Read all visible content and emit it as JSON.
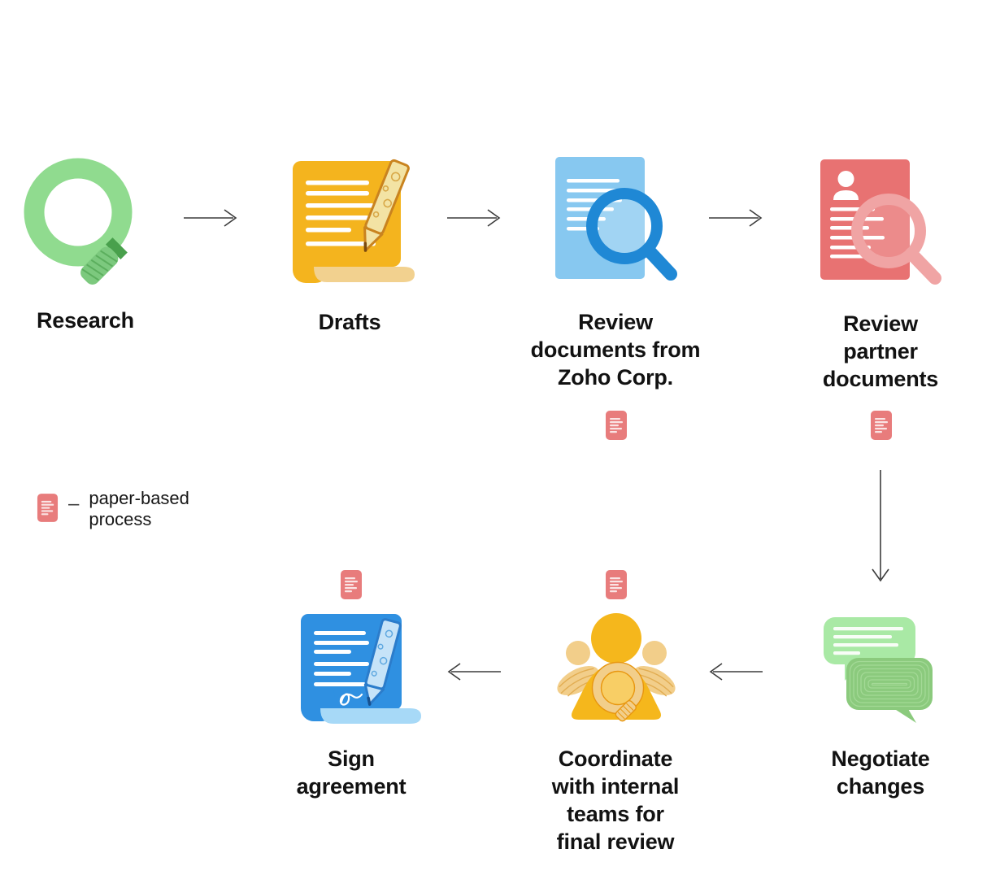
{
  "legend": {
    "separator": "–",
    "label": "paper-based\nprocess"
  },
  "steps": [
    {
      "label": "Research",
      "icon": "green-magnifier-icon",
      "paper_based": false
    },
    {
      "label": "Drafts",
      "icon": "yellow-document-pen-icon",
      "paper_based": false
    },
    {
      "label": "Review\ndocuments from\nZoho Corp.",
      "icon": "blue-document-magnifier-icon",
      "paper_based": true
    },
    {
      "label": "Review\npartner\ndocuments",
      "icon": "red-document-person-magnifier-icon",
      "paper_based": true
    },
    {
      "label": "Negotiate\nchanges",
      "icon": "green-chat-bubbles-icon",
      "paper_based": false
    },
    {
      "label": "Coordinate\nwith internal\nteams for\nfinal review",
      "icon": "yellow-team-magnifier-icon",
      "paper_based": true
    },
    {
      "label": "Sign\nagreement",
      "icon": "blue-document-signature-icon",
      "paper_based": true
    }
  ],
  "flow": [
    "Research → Drafts",
    "Drafts → Review documents from Zoho Corp.",
    "Review documents from Zoho Corp. → Review partner documents",
    "Review partner documents → Negotiate changes",
    "Negotiate changes → Coordinate with internal teams for final review",
    "Coordinate with internal teams for final review → Sign agreement"
  ],
  "colors": {
    "background": "#ffffff",
    "label_text": "#121212",
    "arrow": "#3c3c3c",
    "paper_badge": "#e87c7c",
    "research_green": "#90db8f",
    "drafts_gold": "#f4b41e",
    "review_doc_blue": "#87c8f0",
    "review_magnifier_blue": "#1f88d5",
    "partner_doc_red": "#e87272",
    "partner_magnifier_pink": "#f0a4a4",
    "chat_light_green": "#a9e9a5",
    "chat_dark_green": "#8bca7d",
    "team_gold": "#f5b71c",
    "team_cream": "#f2ce8a",
    "sign_doc_blue": "#2f90e1",
    "sign_curl_blue": "#a7d9f7"
  }
}
